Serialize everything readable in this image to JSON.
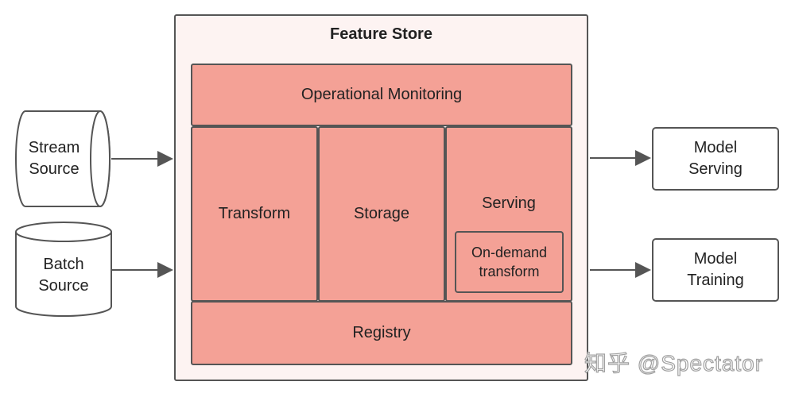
{
  "feature_store": {
    "title": "Feature Store",
    "operational_monitoring": "Operational Monitoring",
    "transform": "Transform",
    "storage": "Storage",
    "serving": "Serving",
    "on_demand_transform": "On-demand\ntransform",
    "registry": "Registry"
  },
  "sources": {
    "stream": "Stream\nSource",
    "batch": "Batch\nSource"
  },
  "outputs": {
    "model_serving": "Model\nServing",
    "model_training": "Model\nTraining"
  },
  "watermark": "知乎 @Spectator",
  "colors": {
    "component_fill": "#f4a196",
    "store_fill": "#fdf3f2",
    "stroke": "#555555"
  }
}
